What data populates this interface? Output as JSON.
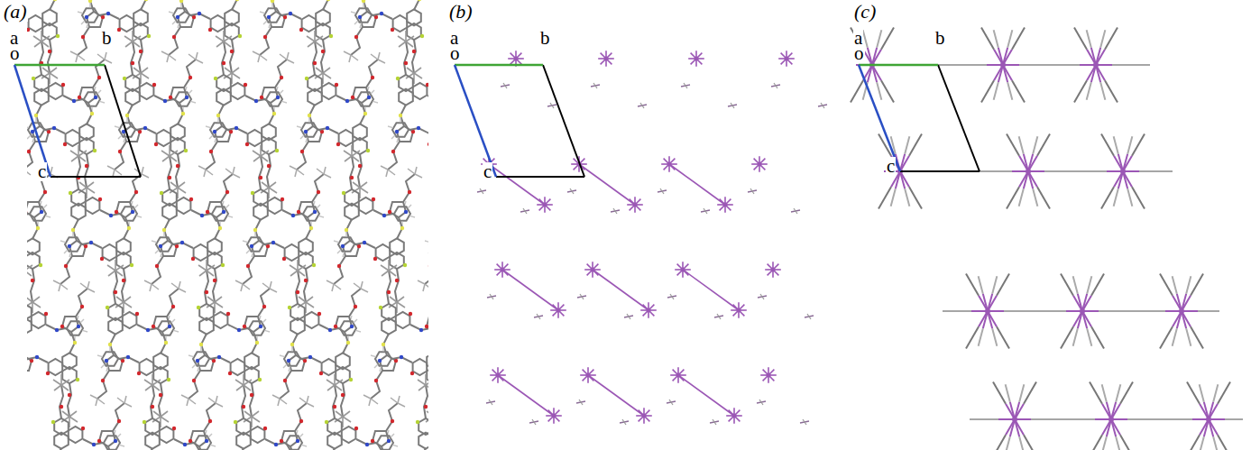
{
  "diagram": {
    "labels": [
      "(a)",
      "a",
      "o",
      "b",
      "c",
      "(b)",
      "a",
      "o",
      "b",
      "c",
      "(c)",
      "a",
      "o",
      "b",
      "c"
    ]
  }
}
